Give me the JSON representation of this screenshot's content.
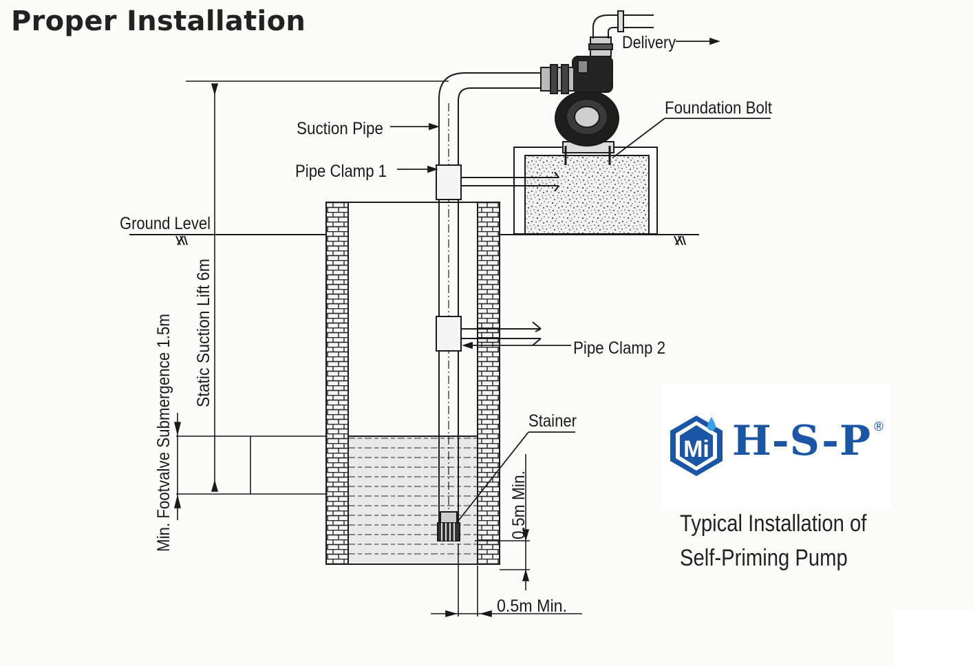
{
  "title": "Proper Installation",
  "labels": {
    "delivery": "Delivery",
    "foundation_bolt": "Foundation Bolt",
    "suction_pipe": "Suction Pipe",
    "pipe_clamp_1": "Pipe Clamp 1",
    "ground_level": "Ground Level",
    "pipe_clamp_2": "Pipe Clamp 2",
    "stainer": "Stainer",
    "static_suction_lift": "Static Suction Lift 6m",
    "min_footvalve_submergence": "Min. Footvalve Submergence 1.5m",
    "min_clearance_vertical": "0.5m Min.",
    "min_clearance_horizontal": "0.5m Min."
  },
  "brand": {
    "logo_text": "Mi",
    "name": "H-S-P",
    "registered_mark": "®",
    "color": "#1b56a6"
  },
  "caption": {
    "line1": "Typical Installation of",
    "line2": "Self-Priming Pump"
  },
  "colors": {
    "line": "#1a1a1a",
    "background": "#fbfcfa"
  }
}
